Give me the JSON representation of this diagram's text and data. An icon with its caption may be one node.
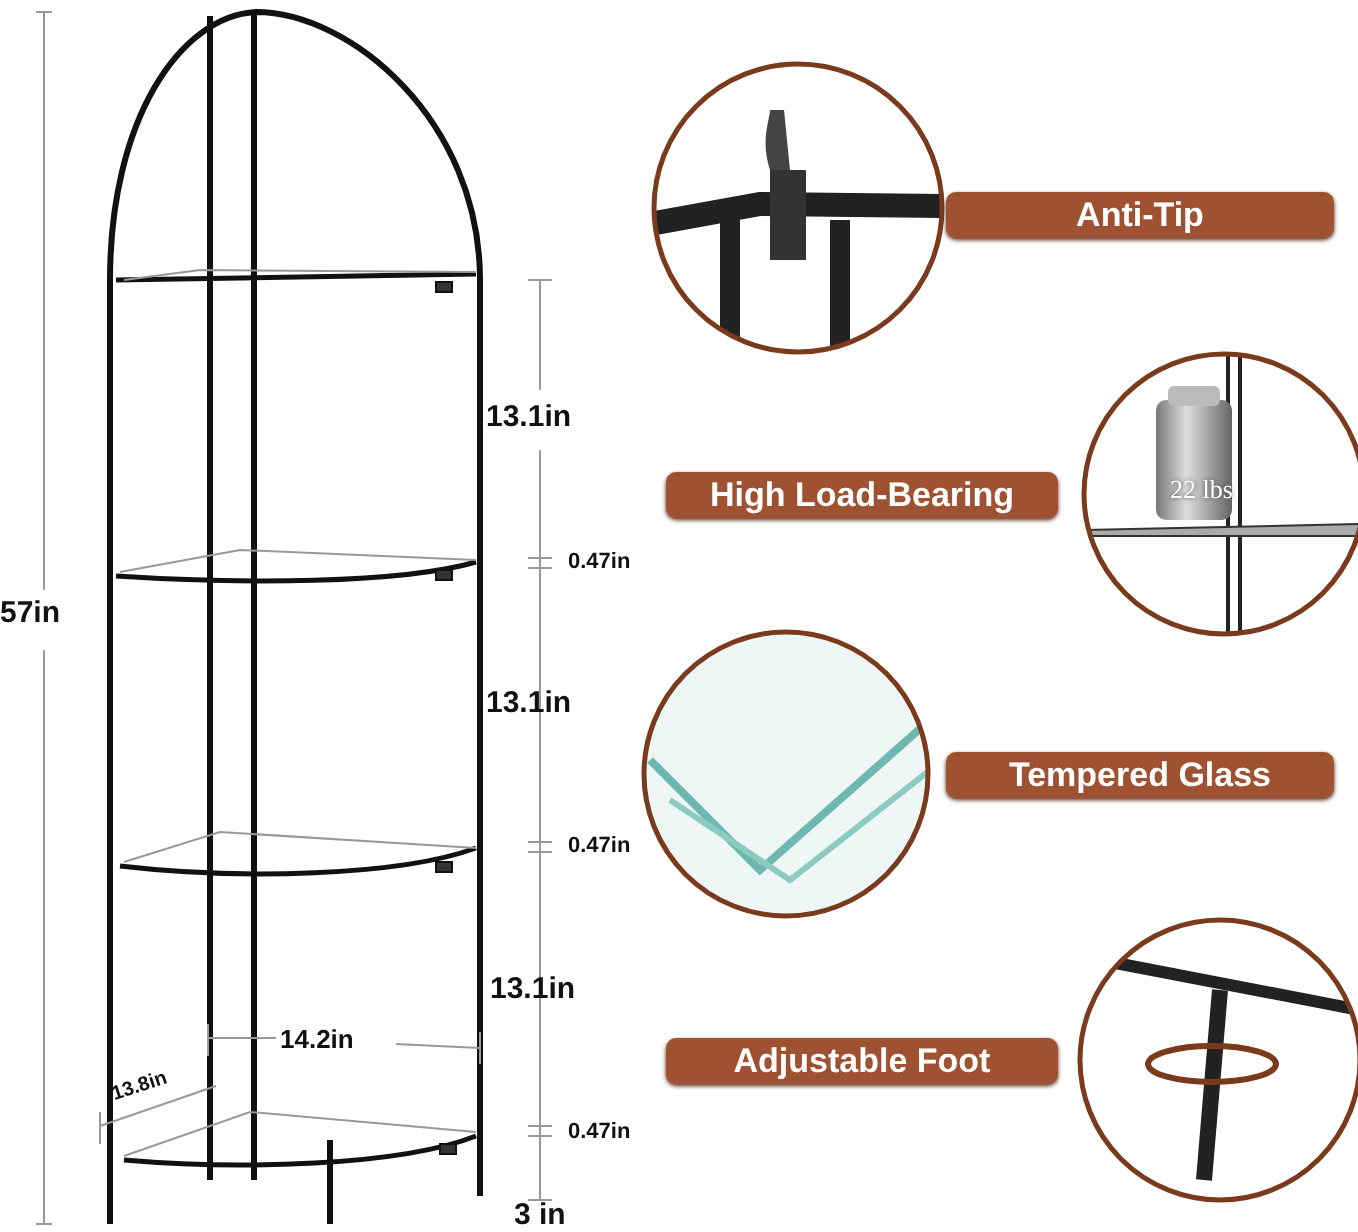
{
  "diagram": {
    "nodes": [
      {
        "text": [
          "Anti-Tip"
        ]
      },
      {
        "text": [
          "High Load-Bearing"
        ]
      },
      {
        "text": [
          "Tempered Glass"
        ]
      },
      {
        "text": [
          "Adjustable Foot"
        ]
      }
    ],
    "labels": [
      "57in",
      "13.1in",
      "0.47in",
      "13.1in",
      "0.47in",
      "13.1in",
      "14.2in",
      "13.8in",
      "0.47in",
      "3 in",
      "22 lbs"
    ]
  }
}
